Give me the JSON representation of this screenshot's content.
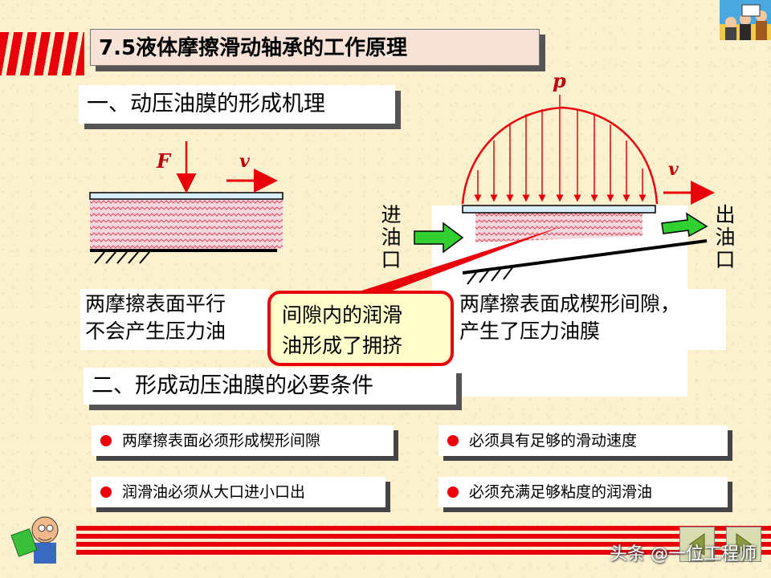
{
  "title": "7.5液体摩擦滑动轴承的工作原理",
  "section1": "一、动压油膜的形成机理",
  "section2": "二、形成动压油膜的必要条件",
  "left_diagram": {
    "force_label": "F",
    "velocity_label": "v"
  },
  "right_diagram": {
    "pressure_label": "p",
    "velocity_label": "v",
    "inlet_label": [
      "进",
      "油",
      "口"
    ],
    "outlet_label": [
      "出",
      "油",
      "口"
    ]
  },
  "desc_left": {
    "line1": "两摩擦表面平行",
    "line2": "不会产生压力油"
  },
  "desc_right": {
    "line1": "两摩擦表面成楔形间隙，",
    "line2": "产生了压力油膜"
  },
  "callout": {
    "line1": "间隙内的润滑",
    "line2": "油形成了拥挤"
  },
  "conditions": [
    "两摩擦表面必须形成楔形间隙",
    "必须具有足够的滑动速度",
    "润滑油必须从大口进小口出",
    "必须充满足够粘度的润滑油"
  ],
  "watermark": "头条 @一位工程师",
  "colors": {
    "accent": "#e8000a",
    "oil": "#e0607a",
    "arrow_green": "#2fd02f"
  }
}
